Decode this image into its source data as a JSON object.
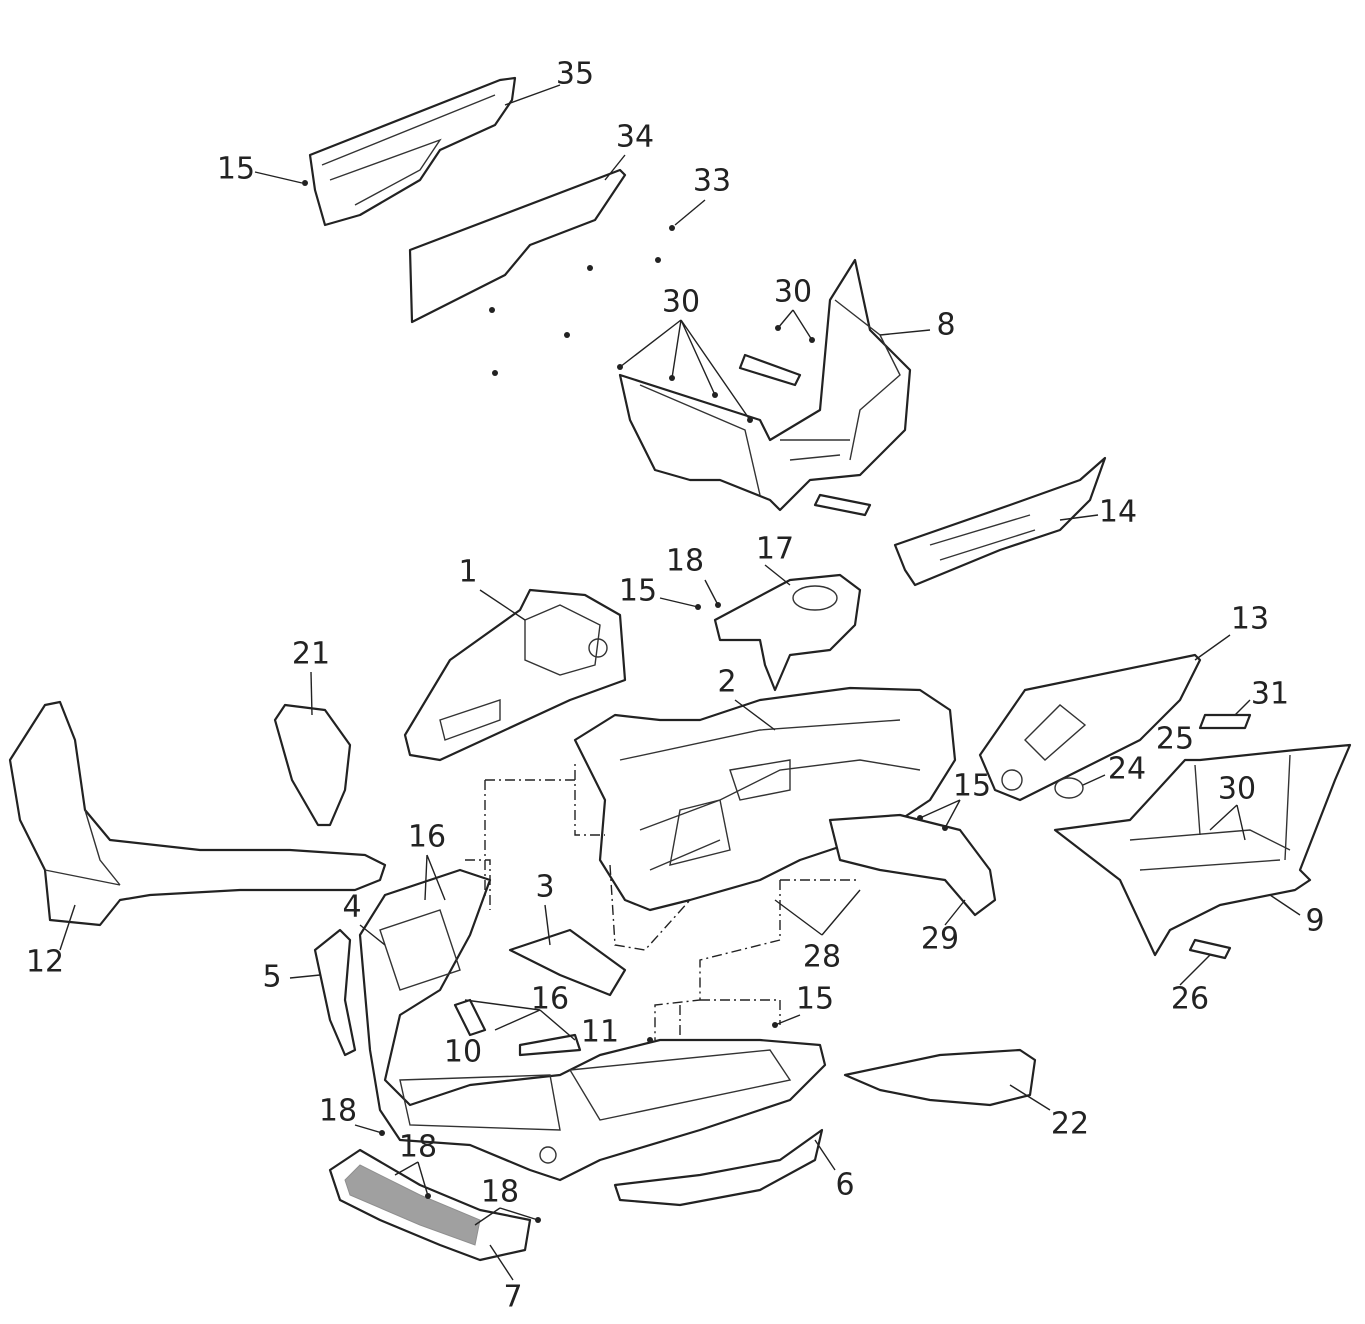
{
  "diagram": {
    "type": "exploded-parts-view",
    "callouts": [
      "35",
      "34",
      "33",
      "15",
      "30",
      "30",
      "8",
      "14",
      "18",
      "17",
      "15",
      "1",
      "13",
      "31",
      "25",
      "24",
      "21",
      "2",
      "15",
      "30",
      "12",
      "16",
      "4",
      "3",
      "28",
      "29",
      "9",
      "5",
      "16",
      "15",
      "11",
      "10",
      "26",
      "22",
      "18",
      "18",
      "18",
      "6",
      "7"
    ]
  }
}
